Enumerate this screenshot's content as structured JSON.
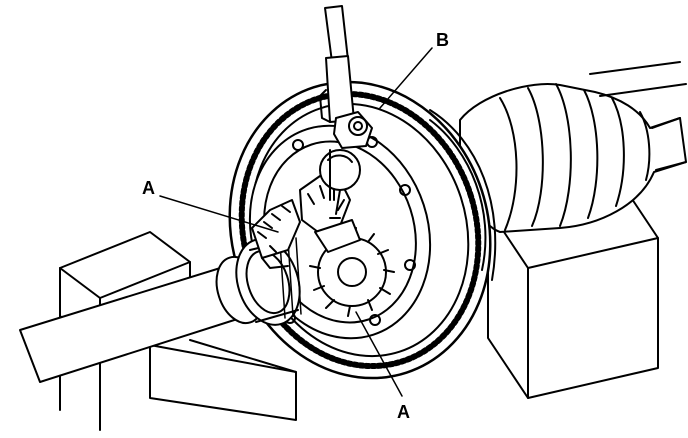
{
  "callouts": {
    "a_upper": "A",
    "b": "B",
    "a_lower": "A"
  }
}
